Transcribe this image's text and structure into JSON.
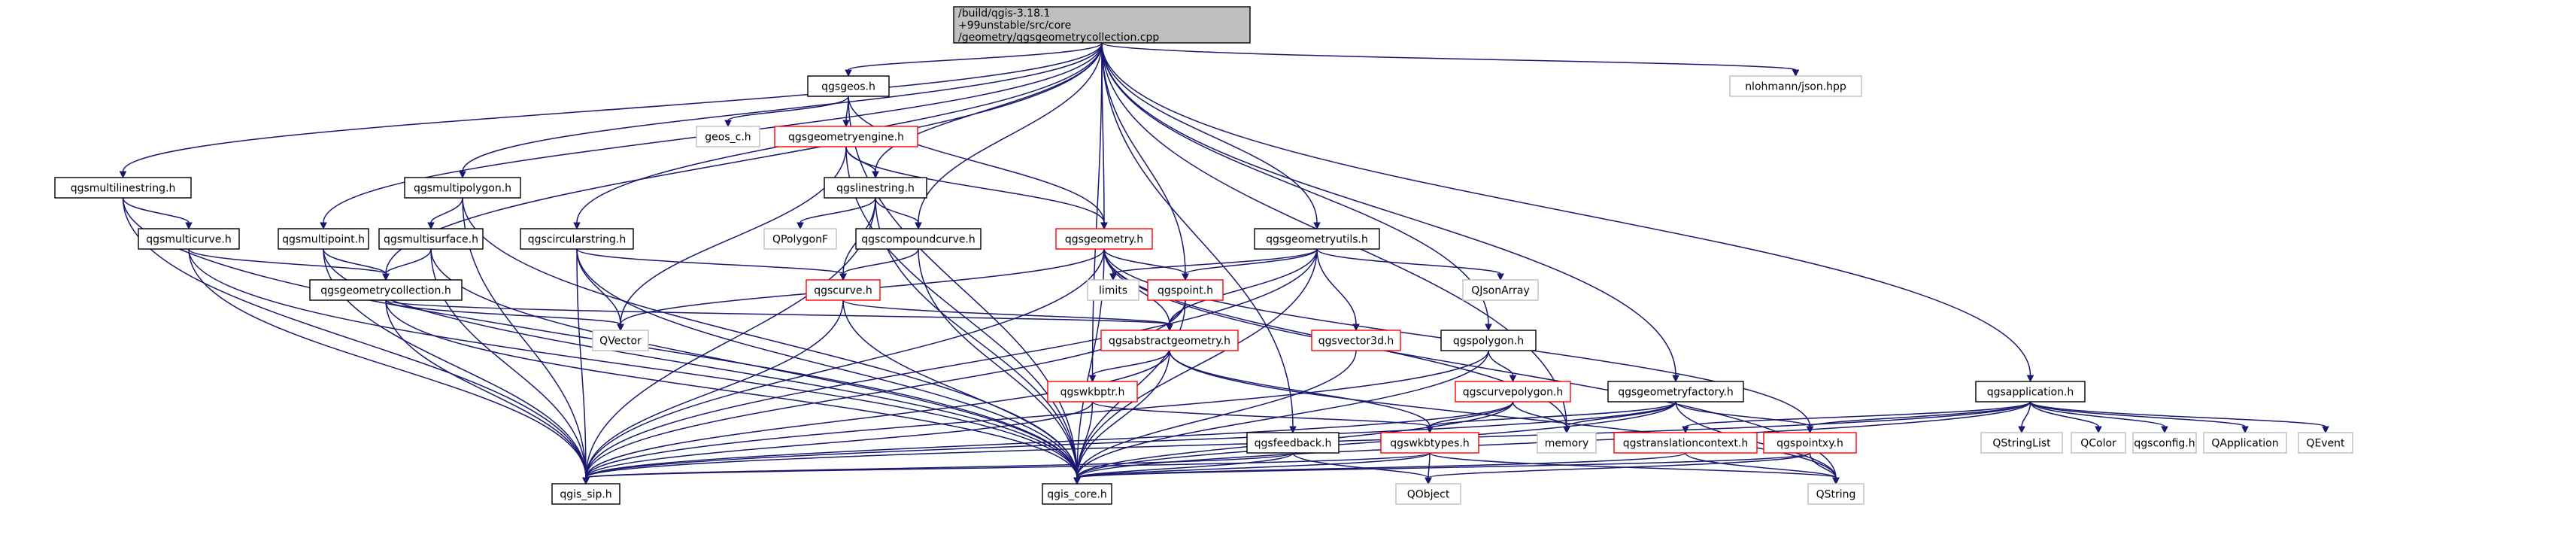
{
  "colors": {
    "root_fill": "#bfbfbf",
    "root_stroke": "#000000",
    "normal_stroke": "#000000",
    "incomplete_stroke": "#ff0000",
    "external_stroke": "#bfbfbf",
    "edge": "#191970",
    "external_text": "#7f7f7f"
  },
  "nodes": [
    {
      "id": "root",
      "kind": "root",
      "lines": [
        "/build/qgis-3.18.1",
        "+99unstable/src/core",
        "/geometry/qgsgeometrycollection.cpp"
      ]
    },
    {
      "id": "qgsgeos",
      "kind": "normal",
      "lines": [
        "qgsgeos.h"
      ]
    },
    {
      "id": "nlohmann",
      "kind": "external",
      "lines": [
        "nlohmann/json.hpp"
      ]
    },
    {
      "id": "geos_c",
      "kind": "external",
      "lines": [
        "geos_c.h"
      ]
    },
    {
      "id": "qgsgeometryengine",
      "kind": "incomplete",
      "lines": [
        "qgsgeometryengine.h"
      ]
    },
    {
      "id": "qgsmultilinestring",
      "kind": "normal",
      "lines": [
        "qgsmultilinestring.h"
      ]
    },
    {
      "id": "qgsmultipolygon",
      "kind": "normal",
      "lines": [
        "qgsmultipolygon.h"
      ]
    },
    {
      "id": "qgslinestring",
      "kind": "normal",
      "lines": [
        "qgslinestring.h"
      ]
    },
    {
      "id": "qgsmulticurve",
      "kind": "normal",
      "lines": [
        "qgsmulticurve.h"
      ]
    },
    {
      "id": "qgsmultipoint",
      "kind": "normal",
      "lines": [
        "qgsmultipoint.h"
      ]
    },
    {
      "id": "qgsmultisurface",
      "kind": "normal",
      "lines": [
        "qgsmultisurface.h"
      ]
    },
    {
      "id": "qgscircularstring",
      "kind": "normal",
      "lines": [
        "qgscircularstring.h"
      ]
    },
    {
      "id": "qpolygonf",
      "kind": "external",
      "lines": [
        "QPolygonF"
      ]
    },
    {
      "id": "qgscompoundcurve",
      "kind": "normal",
      "lines": [
        "qgscompoundcurve.h"
      ]
    },
    {
      "id": "qgsgeometry",
      "kind": "incomplete",
      "lines": [
        "qgsgeometry.h"
      ]
    },
    {
      "id": "qgsgeometryutils",
      "kind": "normal",
      "lines": [
        "qgsgeometryutils.h"
      ]
    },
    {
      "id": "qjsonarray",
      "kind": "external",
      "lines": [
        "QJsonArray"
      ]
    },
    {
      "id": "qgsgeometrycollection_h",
      "kind": "normal",
      "lines": [
        "qgsgeometrycollection.h"
      ]
    },
    {
      "id": "limits",
      "kind": "external",
      "lines": [
        "limits"
      ]
    },
    {
      "id": "qgspoint",
      "kind": "incomplete",
      "lines": [
        "qgspoint.h"
      ]
    },
    {
      "id": "qgscurve",
      "kind": "incomplete",
      "lines": [
        "qgscurve.h"
      ]
    },
    {
      "id": "qvector",
      "kind": "external",
      "lines": [
        "QVector"
      ]
    },
    {
      "id": "qgsabstractgeometry",
      "kind": "incomplete",
      "lines": [
        "qgsabstractgeometry.h"
      ]
    },
    {
      "id": "qgsvector3d",
      "kind": "incomplete",
      "lines": [
        "qgsvector3d.h"
      ]
    },
    {
      "id": "qgspolygon",
      "kind": "normal",
      "lines": [
        "qgspolygon.h"
      ]
    },
    {
      "id": "qgswkbptr",
      "kind": "incomplete",
      "lines": [
        "qgswkbptr.h"
      ]
    },
    {
      "id": "qgscurvepolygon",
      "kind": "incomplete",
      "lines": [
        "qgscurvepolygon.h"
      ]
    },
    {
      "id": "qgsgeometryfactory",
      "kind": "normal",
      "lines": [
        "qgsgeometryfactory.h"
      ]
    },
    {
      "id": "qgsapplication",
      "kind": "normal",
      "lines": [
        "qgsapplication.h"
      ]
    },
    {
      "id": "memory",
      "kind": "external",
      "lines": [
        "memory"
      ]
    },
    {
      "id": "qgsfeedback",
      "kind": "normal",
      "lines": [
        "qgsfeedback.h"
      ]
    },
    {
      "id": "qgswkbtypes",
      "kind": "incomplete",
      "lines": [
        "qgswkbtypes.h"
      ]
    },
    {
      "id": "qgstranslationcontext",
      "kind": "incomplete",
      "lines": [
        "qgstranslationcontext.h"
      ]
    },
    {
      "id": "qgspointxy",
      "kind": "incomplete",
      "lines": [
        "qgspointxy.h"
      ]
    },
    {
      "id": "qstringlist",
      "kind": "external",
      "lines": [
        "QStringList"
      ]
    },
    {
      "id": "qcolor",
      "kind": "external",
      "lines": [
        "QColor"
      ]
    },
    {
      "id": "qgsconfig",
      "kind": "external",
      "lines": [
        "qgsconfig.h"
      ]
    },
    {
      "id": "qapplication",
      "kind": "external",
      "lines": [
        "QApplication"
      ]
    },
    {
      "id": "qevent",
      "kind": "external",
      "lines": [
        "QEvent"
      ]
    },
    {
      "id": "qgis_sip",
      "kind": "normal",
      "lines": [
        "qgis_sip.h"
      ]
    },
    {
      "id": "qgis_core",
      "kind": "normal",
      "lines": [
        "qgis_core.h"
      ]
    },
    {
      "id": "qobject",
      "kind": "external",
      "lines": [
        "QObject"
      ]
    },
    {
      "id": "qstring",
      "kind": "external",
      "lines": [
        "QString"
      ]
    }
  ],
  "edges": [
    [
      "root",
      "qgsgeos"
    ],
    [
      "root",
      "nlohmann"
    ],
    [
      "root",
      "qgsmultilinestring"
    ],
    [
      "root",
      "qgsmultipolygon"
    ],
    [
      "root",
      "qgsmultipoint"
    ],
    [
      "root",
      "qgsgeometrycollection_h"
    ],
    [
      "root",
      "qgscircularstring"
    ],
    [
      "root",
      "qgscompoundcurve"
    ],
    [
      "root",
      "qgslinestring"
    ],
    [
      "root",
      "qgswkbptr"
    ],
    [
      "root",
      "qgspoint"
    ],
    [
      "root",
      "qgsgeometryutils"
    ],
    [
      "root",
      "qgsfeedback"
    ],
    [
      "root",
      "qgspolygon"
    ],
    [
      "root",
      "memory"
    ],
    [
      "root",
      "qgsgeometryfactory"
    ],
    [
      "root",
      "qgsapplication"
    ],
    [
      "root",
      "qgsgeometry"
    ],
    [
      "qgsgeos",
      "geos_c"
    ],
    [
      "qgsgeos",
      "qgsgeometryengine"
    ],
    [
      "qgsgeos",
      "qgsgeometry"
    ],
    [
      "qgsgeos",
      "qgis_core"
    ],
    [
      "qgsgeometryengine",
      "qgslinestring"
    ],
    [
      "qgsgeometryengine",
      "qgsgeometry"
    ],
    [
      "qgsgeometryengine",
      "qvector"
    ],
    [
      "qgsgeometryengine",
      "qgis_core"
    ],
    [
      "qgsmultilinestring",
      "qgsmulticurve"
    ],
    [
      "qgsmultilinestring",
      "qgis_sip"
    ],
    [
      "qgsmultilinestring",
      "qgis_core"
    ],
    [
      "qgsmultipolygon",
      "qgsmultisurface"
    ],
    [
      "qgsmultipolygon",
      "qgis_sip"
    ],
    [
      "qgsmultipolygon",
      "qgis_core"
    ],
    [
      "qgslinestring",
      "qpolygonf"
    ],
    [
      "qgslinestring",
      "qgscompoundcurve"
    ],
    [
      "qgslinestring",
      "qgscurve"
    ],
    [
      "qgslinestring",
      "qgis_sip"
    ],
    [
      "qgslinestring",
      "qgis_core"
    ],
    [
      "qgsmulticurve",
      "qgsgeometrycollection_h"
    ],
    [
      "qgsmulticurve",
      "qgis_sip"
    ],
    [
      "qgsmulticurve",
      "qgis_core"
    ],
    [
      "qgsmultipoint",
      "qgsgeometrycollection_h"
    ],
    [
      "qgsmultipoint",
      "qgis_sip"
    ],
    [
      "qgsmultipoint",
      "qgis_core"
    ],
    [
      "qgsmultisurface",
      "qgsgeometrycollection_h"
    ],
    [
      "qgsmultisurface",
      "qgis_sip"
    ],
    [
      "qgsmultisurface",
      "qgis_core"
    ],
    [
      "qgscircularstring",
      "qgscurve"
    ],
    [
      "qgscircularstring",
      "qvector"
    ],
    [
      "qgscircularstring",
      "qgis_sip"
    ],
    [
      "qgscircularstring",
      "qgis_core"
    ],
    [
      "qgscompoundcurve",
      "qgscurve"
    ],
    [
      "qgscompoundcurve",
      "qgis_core"
    ],
    [
      "qgsgeometry",
      "limits"
    ],
    [
      "qgsgeometry",
      "qgspoint"
    ],
    [
      "qgsgeometry",
      "qgsabstractgeometry"
    ],
    [
      "qgsgeometry",
      "qvector"
    ],
    [
      "qgsgeometry",
      "qgspointxy"
    ],
    [
      "qgsgeometry",
      "qgis_sip"
    ],
    [
      "qgsgeometry",
      "qgis_core"
    ],
    [
      "qgsgeometry",
      "qstring"
    ],
    [
      "qgsgeometry",
      "memory"
    ],
    [
      "qgsgeometryutils",
      "qjsonarray"
    ],
    [
      "qgsgeometryutils",
      "limits"
    ],
    [
      "qgsgeometryutils",
      "qgspoint"
    ],
    [
      "qgsgeometryutils",
      "qgsvector3d"
    ],
    [
      "qgsgeometryutils",
      "qgsabstractgeometry"
    ],
    [
      "qgsgeometryutils",
      "qgis_sip"
    ],
    [
      "qgsgeometryutils",
      "qgis_core"
    ],
    [
      "qgsgeometrycollection_h",
      "qvector"
    ],
    [
      "qgsgeometrycollection_h",
      "qgsabstractgeometry"
    ],
    [
      "qgsgeometrycollection_h",
      "qgis_sip"
    ],
    [
      "qgsgeometrycollection_h",
      "qgis_core"
    ],
    [
      "qgspoint",
      "qgsabstractgeometry"
    ],
    [
      "qgspoint",
      "qgis_sip"
    ],
    [
      "qgspoint",
      "qgis_core"
    ],
    [
      "qgscurve",
      "qgsabstractgeometry"
    ],
    [
      "qgscurve",
      "qgis_sip"
    ],
    [
      "qgscurve",
      "qgis_core"
    ],
    [
      "qgsabstractgeometry",
      "qgswkbptr"
    ],
    [
      "qgsabstractgeometry",
      "qgswkbtypes"
    ],
    [
      "qgsabstractgeometry",
      "qstring"
    ],
    [
      "qgsabstractgeometry",
      "qgis_sip"
    ],
    [
      "qgsabstractgeometry",
      "qgis_core"
    ],
    [
      "qgsvector3d",
      "qgis_core"
    ],
    [
      "qgspolygon",
      "qgscurvepolygon"
    ],
    [
      "qgspolygon",
      "qgis_sip"
    ],
    [
      "qgspolygon",
      "qgis_core"
    ],
    [
      "qgswkbptr",
      "qgswkbtypes"
    ],
    [
      "qgswkbptr",
      "qgis_sip"
    ],
    [
      "qgswkbptr",
      "qgis_core"
    ],
    [
      "qgscurvepolygon",
      "qgswkbtypes"
    ],
    [
      "qgscurvepolygon",
      "memory"
    ],
    [
      "qgscurvepolygon",
      "qgis_sip"
    ],
    [
      "qgscurvepolygon",
      "qgis_core"
    ],
    [
      "qgsgeometryfactory",
      "qgswkbtypes"
    ],
    [
      "qgsgeometryfactory",
      "memory"
    ],
    [
      "qgsgeometryfactory",
      "qgspointxy"
    ],
    [
      "qgsgeometryfactory",
      "qgis_sip"
    ],
    [
      "qgsgeometryfactory",
      "qgis_core"
    ],
    [
      "qgsgeometryfactory",
      "qstring"
    ],
    [
      "qgsapplication",
      "qgstranslationcontext"
    ],
    [
      "qgsapplication",
      "qgspointxy"
    ],
    [
      "qgsapplication",
      "qstringlist"
    ],
    [
      "qgsapplication",
      "qcolor"
    ],
    [
      "qgsapplication",
      "qgsconfig"
    ],
    [
      "qgsapplication",
      "qapplication"
    ],
    [
      "qgsapplication",
      "qevent"
    ],
    [
      "qgsapplication",
      "qgis_sip"
    ],
    [
      "qgsapplication",
      "qgis_core"
    ],
    [
      "qgsfeedback",
      "qobject"
    ],
    [
      "qgsfeedback",
      "qgis_sip"
    ],
    [
      "qgsfeedback",
      "qgis_core"
    ],
    [
      "qgswkbtypes",
      "qobject"
    ],
    [
      "qgswkbtypes",
      "qstring"
    ],
    [
      "qgswkbtypes",
      "qgis_sip"
    ],
    [
      "qgswkbtypes",
      "qgis_core"
    ],
    [
      "qgstranslationcontext",
      "qstring"
    ],
    [
      "qgstranslationcontext",
      "qgis_core"
    ],
    [
      "qgspointxy",
      "qobject"
    ],
    [
      "qgspointxy",
      "qstring"
    ],
    [
      "qgspointxy",
      "qgis_core"
    ]
  ]
}
